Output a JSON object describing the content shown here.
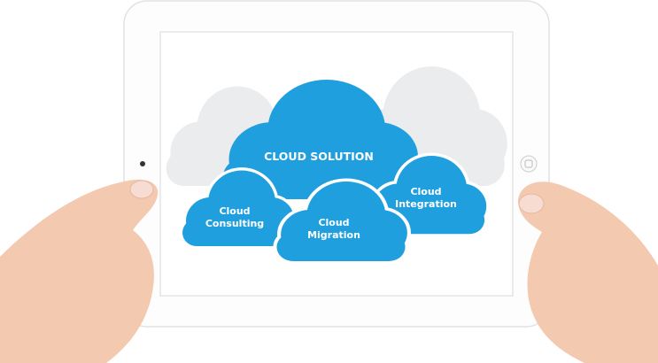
{
  "colors": {
    "cloud_blue": "#1f9fde",
    "cloud_gray": "#ebecee",
    "skin": "#f3c9b0",
    "tablet": "#ffffff"
  },
  "main_cloud": {
    "label": "CLOUD SOLUTION"
  },
  "sub_clouds": [
    {
      "line1": "Cloud",
      "line2": "Consulting"
    },
    {
      "line1": "Cloud",
      "line2": "Migration"
    },
    {
      "line1": "Cloud",
      "line2": "Integration"
    }
  ]
}
